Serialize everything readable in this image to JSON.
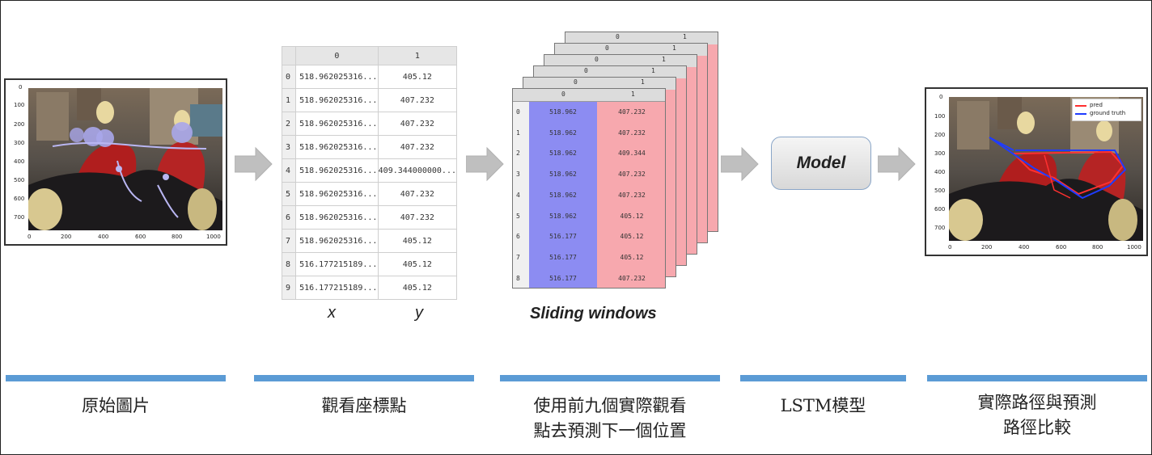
{
  "table": {
    "col_headers": [
      "0",
      "1"
    ],
    "rows": [
      {
        "i": "0",
        "x": "518.962025316...",
        "y": "405.12"
      },
      {
        "i": "1",
        "x": "518.962025316...",
        "y": "407.232"
      },
      {
        "i": "2",
        "x": "518.962025316...",
        "y": "407.232"
      },
      {
        "i": "3",
        "x": "518.962025316...",
        "y": "407.232"
      },
      {
        "i": "4",
        "x": "518.962025316...",
        "y": "409.344000000..."
      },
      {
        "i": "5",
        "x": "518.962025316...",
        "y": "407.232"
      },
      {
        "i": "6",
        "x": "518.962025316...",
        "y": "407.232"
      },
      {
        "i": "7",
        "x": "518.962025316...",
        "y": "405.12"
      },
      {
        "i": "8",
        "x": "516.177215189...",
        "y": "405.12"
      },
      {
        "i": "9",
        "x": "516.177215189...",
        "y": "405.12"
      }
    ],
    "x_label": "x",
    "y_label": "y"
  },
  "windows": {
    "col_headers": [
      "0",
      "1"
    ],
    "rows": [
      {
        "i": "0",
        "x": "518.962",
        "y": "407.232"
      },
      {
        "i": "1",
        "x": "518.962",
        "y": "407.232"
      },
      {
        "i": "2",
        "x": "518.962",
        "y": "409.344"
      },
      {
        "i": "3",
        "x": "518.962",
        "y": "407.232"
      },
      {
        "i": "4",
        "x": "518.962",
        "y": "407.232"
      },
      {
        "i": "5",
        "x": "518.962",
        "y": "405.12"
      },
      {
        "i": "6",
        "x": "516.177",
        "y": "405.12"
      },
      {
        "i": "7",
        "x": "516.177",
        "y": "405.12"
      },
      {
        "i": "8",
        "x": "516.177",
        "y": "407.232"
      }
    ],
    "label": "Sliding windows"
  },
  "model_label": "Model",
  "photo_left": {
    "yticks": [
      "0",
      "100",
      "200",
      "300",
      "400",
      "500",
      "600",
      "700"
    ],
    "xticks": [
      "0",
      "200",
      "400",
      "600",
      "800",
      "1000"
    ]
  },
  "photo_right": {
    "yticks": [
      "0",
      "100",
      "200",
      "300",
      "400",
      "500",
      "600",
      "700"
    ],
    "xticks": [
      "0",
      "200",
      "400",
      "600",
      "800",
      "1000"
    ],
    "legend": [
      {
        "label": "pred",
        "color": "#ff3030"
      },
      {
        "label": "ground truth",
        "color": "#1f3cff"
      }
    ]
  },
  "captions": [
    "原始圖片",
    "觀看座標點",
    "使用前九個實際觀看\n點去預測下一個位置",
    "LSTM模型",
    "實際路徑與預測\n路徑比較"
  ],
  "colors": {
    "bar": "#5b9bd5",
    "window_x": "#8c8cf2",
    "window_y": "#f7a8ae",
    "arrow": "#bfbfbf"
  }
}
